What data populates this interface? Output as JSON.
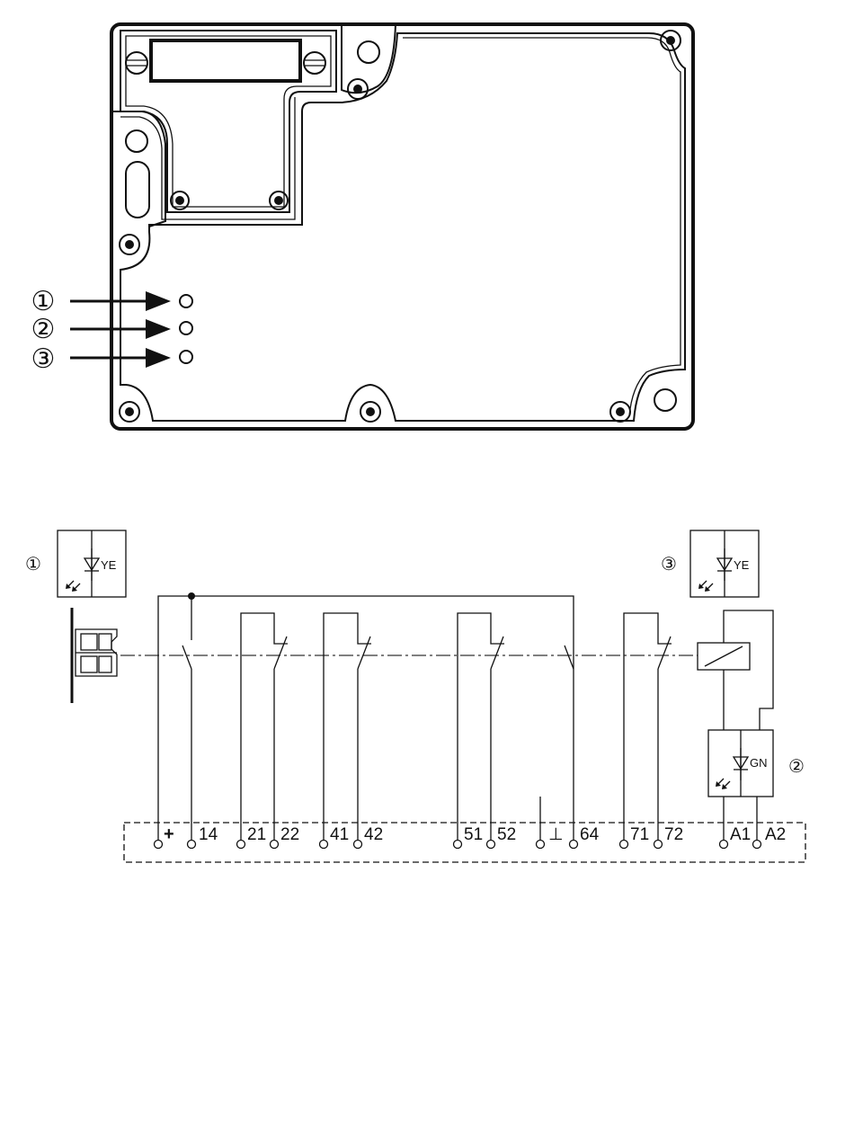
{
  "housing": {
    "callouts": [
      {
        "id": "1",
        "symbol": "①"
      },
      {
        "id": "2",
        "symbol": "②"
      },
      {
        "id": "3",
        "symbol": "③"
      }
    ]
  },
  "schematic": {
    "indicators": [
      {
        "callout": "①",
        "color_code": "YE"
      },
      {
        "callout": "③",
        "color_code": "YE"
      },
      {
        "callout": "②",
        "color_code": "GN"
      }
    ],
    "terminals": [
      "+",
      "14",
      "21",
      "22",
      "41",
      "42",
      "51",
      "52",
      "⊥",
      "64",
      "71",
      "72",
      "A1",
      "A2"
    ]
  }
}
